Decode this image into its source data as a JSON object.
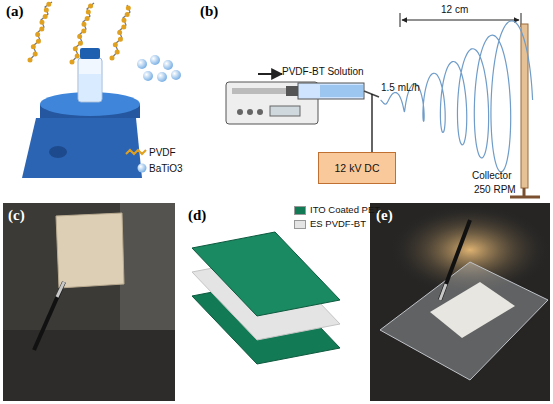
{
  "diagram": {
    "nodes": [
      {
        "text": [
          "12 kV DC"
        ]
      }
    ],
    "labels": [
      "(a)",
      "PVDF",
      "BaTiO3",
      "(b)",
      "12 cm",
      "PVDF-BT Solution",
      "1.5 mL/h",
      "Collector",
      "250 RPM",
      "(c)",
      "(d)",
      "(e)"
    ],
    "legend": [
      {
        "text": "ITO Coated PET",
        "color": "#137a56"
      },
      {
        "text": "ES PVDF-BT",
        "color": "#e4e4e4"
      }
    ]
  }
}
